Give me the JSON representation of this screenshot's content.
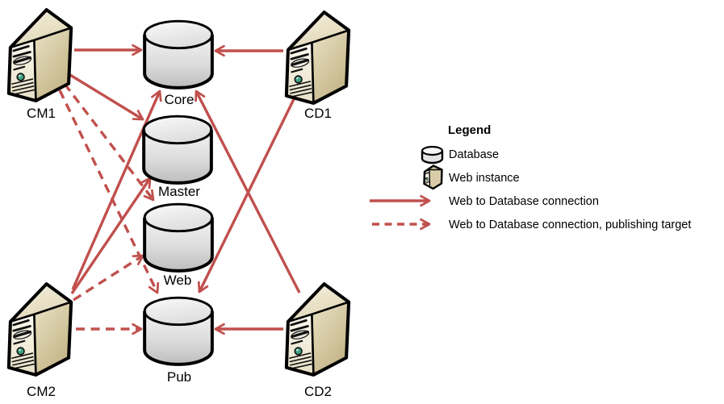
{
  "diagram": {
    "nodes": {
      "cm1": {
        "label": "CM1",
        "kind": "web-instance"
      },
      "cm2": {
        "label": "CM2",
        "kind": "web-instance"
      },
      "cd1": {
        "label": "CD1",
        "kind": "web-instance"
      },
      "cd2": {
        "label": "CD2",
        "kind": "web-instance"
      },
      "core": {
        "label": "Core",
        "kind": "database"
      },
      "master": {
        "label": "Master",
        "kind": "database"
      },
      "web": {
        "label": "Web",
        "kind": "database"
      },
      "pub": {
        "label": "Pub",
        "kind": "database"
      }
    },
    "connections": [
      {
        "from": "CM1",
        "to": "Core",
        "type": "solid"
      },
      {
        "from": "CM1",
        "to": "Master",
        "type": "solid"
      },
      {
        "from": "CM1",
        "to": "Web",
        "type": "dashed"
      },
      {
        "from": "CM1",
        "to": "Pub",
        "type": "dashed"
      },
      {
        "from": "CM2",
        "to": "Core",
        "type": "solid"
      },
      {
        "from": "CM2",
        "to": "Master",
        "type": "solid"
      },
      {
        "from": "CM2",
        "to": "Web",
        "type": "dashed"
      },
      {
        "from": "CM2",
        "to": "Pub",
        "type": "dashed"
      },
      {
        "from": "CD1",
        "to": "Core",
        "type": "solid"
      },
      {
        "from": "CD1",
        "to": "Pub",
        "type": "solid"
      },
      {
        "from": "CD2",
        "to": "Core",
        "type": "solid"
      },
      {
        "from": "CD2",
        "to": "Pub",
        "type": "solid"
      }
    ]
  },
  "legend": {
    "title": "Legend",
    "items": [
      {
        "icon": "database-icon",
        "label": "Database"
      },
      {
        "icon": "web-instance-icon",
        "label": "Web instance"
      },
      {
        "icon": "solid-arrow-icon",
        "label": "Web to Database connection"
      },
      {
        "icon": "dashed-arrow-icon",
        "label": "Web to Database connection, publishing target"
      }
    ]
  },
  "colors": {
    "arrow": "#C0504D",
    "server_body": "#D9CDA9",
    "database_body": "#D9D9D9",
    "led": "#3FA383",
    "text": "#000000",
    "background": "#FFFFFF"
  }
}
